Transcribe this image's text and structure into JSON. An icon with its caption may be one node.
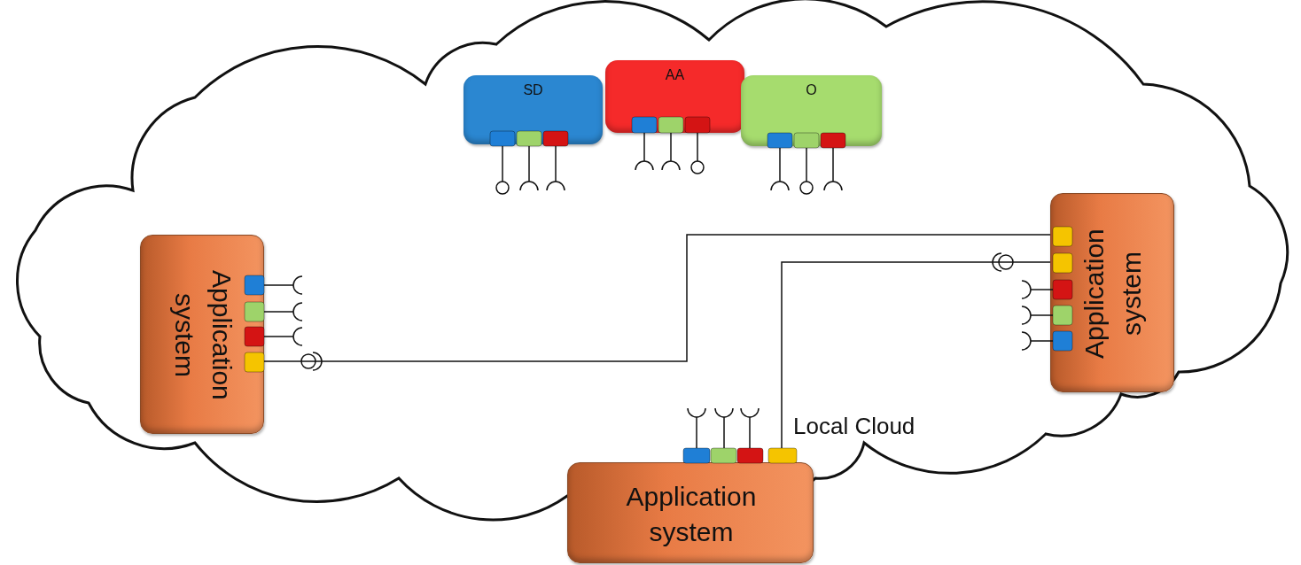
{
  "diagram": {
    "nodes": [
      {
        "text": [
          "Local Cloud"
        ]
      },
      {
        "text": [
          "SD"
        ],
        "in": 0
      },
      {
        "text": [
          "AA"
        ],
        "in": 0
      },
      {
        "text": [
          "O"
        ],
        "in": 0
      },
      {
        "text": [
          "Application system"
        ],
        "in": 0
      },
      {
        "text": [
          "Application system"
        ],
        "in": 0
      },
      {
        "text": [
          "Application system"
        ],
        "in": 0
      }
    ],
    "edges": [
      {
        "from": 4,
        "to": 5,
        "arrow": "other"
      },
      {
        "from": 5,
        "to": 6,
        "arrow": "other"
      }
    ]
  }
}
